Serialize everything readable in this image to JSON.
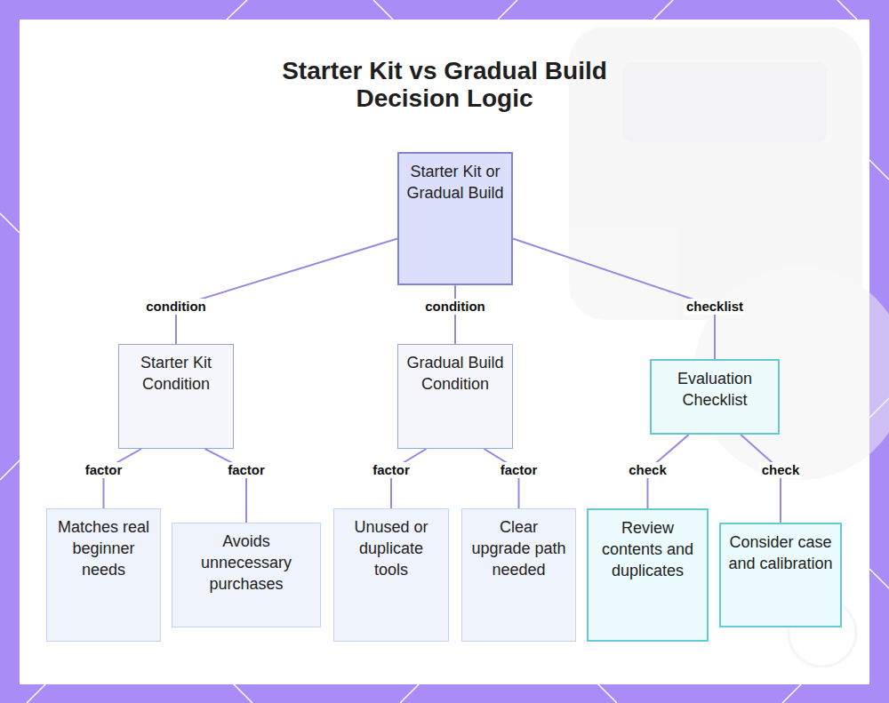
{
  "diagram": {
    "title": "Starter Kit vs Gradual Build Decision Logic",
    "nodes": [
      {
        "text": [
          "Starter Kit or Gradual Build"
        ]
      },
      {
        "text": [
          "Starter Kit Condition"
        ]
      },
      {
        "text": [
          "Gradual Build Condition"
        ]
      },
      {
        "text": [
          "Evaluation Checklist"
        ]
      },
      {
        "text": [
          "Matches real beginner needs"
        ]
      },
      {
        "text": [
          "Avoids unnecessary purchases"
        ]
      },
      {
        "text": [
          "Unused or duplicate tools"
        ]
      },
      {
        "text": [
          "Clear upgrade path needed"
        ]
      },
      {
        "text": [
          "Review contents and duplicates"
        ]
      },
      {
        "text": [
          "Consider case and calibration"
        ]
      }
    ],
    "edges": [
      {
        "from": 0,
        "to": 1,
        "label": "condition",
        "arrow": "none"
      },
      {
        "from": 0,
        "to": 2,
        "label": "condition",
        "arrow": "none"
      },
      {
        "from": 0,
        "to": 3,
        "label": "checklist",
        "arrow": "none"
      },
      {
        "from": 1,
        "to": 4,
        "label": "factor",
        "arrow": "none"
      },
      {
        "from": 1,
        "to": 5,
        "label": "factor",
        "arrow": "none"
      },
      {
        "from": 2,
        "to": 6,
        "label": "factor",
        "arrow": "none"
      },
      {
        "from": 2,
        "to": 7,
        "label": "factor",
        "arrow": "none"
      },
      {
        "from": 3,
        "to": 8,
        "label": "check",
        "arrow": "none"
      },
      {
        "from": 3,
        "to": 9,
        "label": "check",
        "arrow": "none"
      }
    ]
  }
}
